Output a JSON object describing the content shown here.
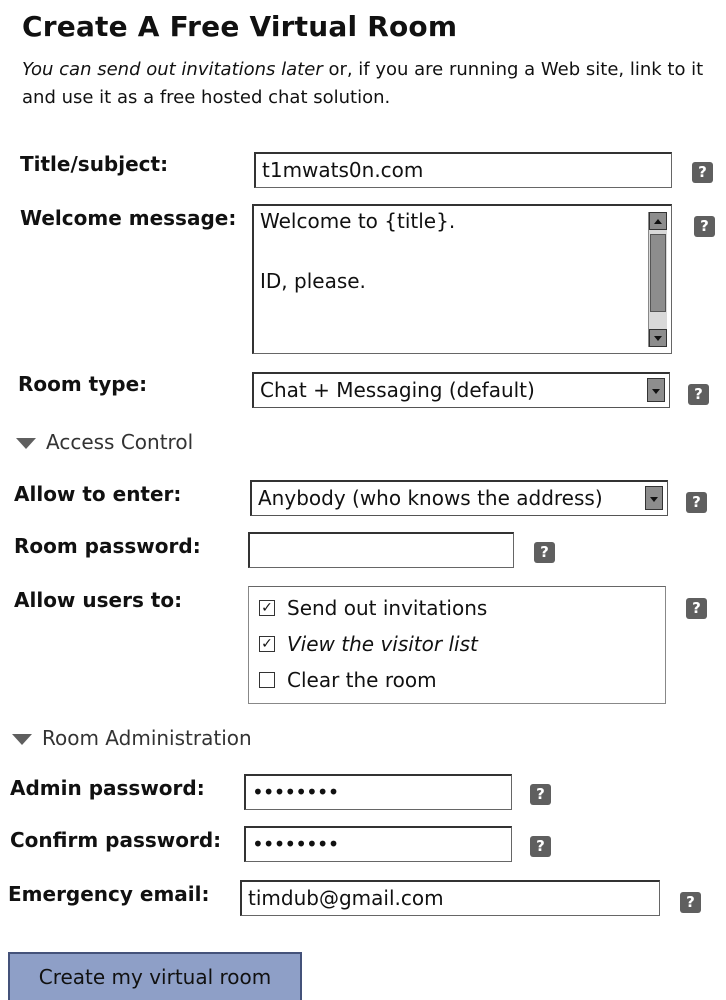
{
  "page": {
    "title": "Create A Free Virtual Room",
    "desc_italic": "You can send out invitations later",
    "desc_rest": " or, if you are running a Web site, link to it and use it as a free hosted chat solution."
  },
  "form": {
    "title_label": "Title/subject:",
    "title_value": "t1mwats0n.com",
    "welcome_label": "Welcome message:",
    "welcome_lines": [
      "Welcome to {title}.",
      "",
      "ID, please."
    ],
    "room_type_label": "Room type:",
    "room_type_value": "Chat + Messaging (default)",
    "help_glyph": "?"
  },
  "access": {
    "section_label": "Access Control",
    "allow_enter_label": "Allow to enter:",
    "allow_enter_value": "Anybody (who knows the address)",
    "room_password_label": "Room password:",
    "room_password_value": "",
    "allow_users_label": "Allow users to:",
    "options": [
      {
        "label": "Send out invitations",
        "checked": true,
        "italic": false
      },
      {
        "label": "View the visitor list",
        "checked": true,
        "italic": true
      },
      {
        "label": "Clear the room",
        "checked": false,
        "italic": false
      }
    ]
  },
  "admin": {
    "section_label": "Room Administration",
    "admin_password_label": "Admin password:",
    "admin_password_mask": "••••••••",
    "confirm_password_label": "Confirm password:",
    "confirm_password_mask": "••••••••",
    "emergency_email_label": "Emergency email:",
    "emergency_email_value": "timdub@gmail.com"
  },
  "submit": {
    "label": "Create my virtual room"
  },
  "colors": {
    "help_icon_bg": "#5f5f5f",
    "submit_bg": "#8e9fc7"
  }
}
